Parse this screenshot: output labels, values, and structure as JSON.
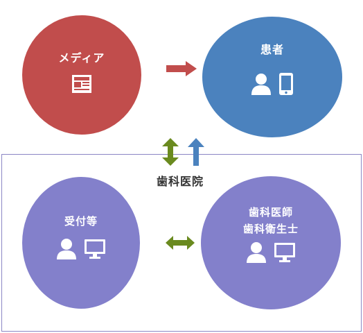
{
  "nodes": {
    "media": {
      "label": "メディア",
      "icon": "newspaper-icon"
    },
    "patient": {
      "label": "患者",
      "icons": [
        "person-icon",
        "smartphone-icon"
      ]
    },
    "clinic": {
      "label": "歯科医院"
    },
    "reception": {
      "label": "受付等",
      "icons": [
        "person-icon",
        "monitor-icon"
      ]
    },
    "doctors": {
      "label_line1": "歯科医師",
      "label_line2": "歯科衛生士",
      "icons": [
        "person-icon",
        "monitor-icon"
      ]
    }
  },
  "colors": {
    "media": "#c14d4c",
    "patient": "#4b82be",
    "staff": "#8380cb",
    "arrow_red": "#c14d4c",
    "arrow_green": "#6a8a1f",
    "arrow_blue": "#4b82be",
    "clinic_border": "#8a85c4"
  }
}
